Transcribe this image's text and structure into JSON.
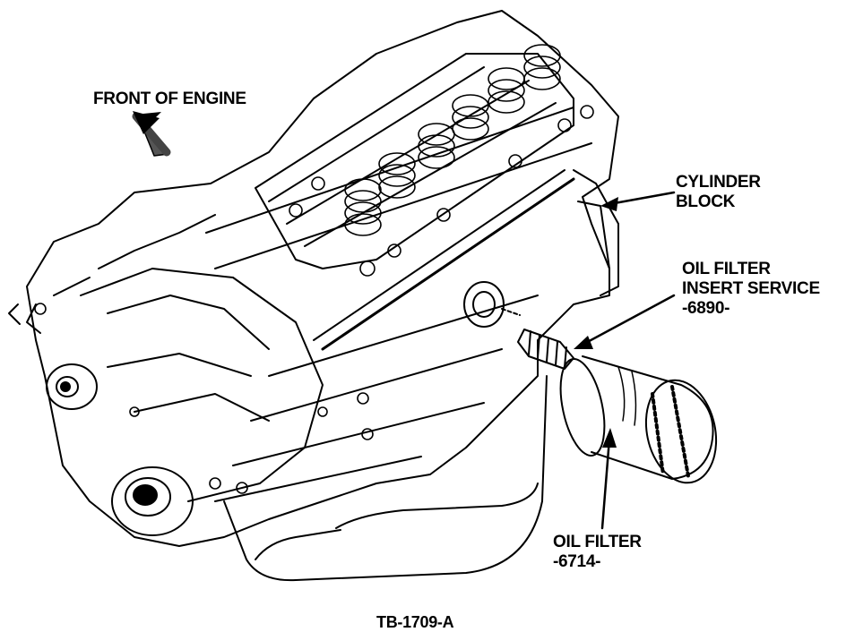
{
  "labels": {
    "front_of_engine": "FRONT OF ENGINE",
    "cylinder_block": {
      "line1": "CYLINDER",
      "line2": "BLOCK"
    },
    "oil_filter_insert": {
      "line1": "OIL FILTER",
      "line2": "INSERT SERVICE",
      "line3": "-6890-"
    },
    "oil_filter": {
      "line1": "OIL FILTER",
      "line2": "-6714-"
    }
  },
  "figure_id": "TB-1709-A",
  "colors": {
    "ink": "#000000",
    "paper": "#ffffff"
  }
}
